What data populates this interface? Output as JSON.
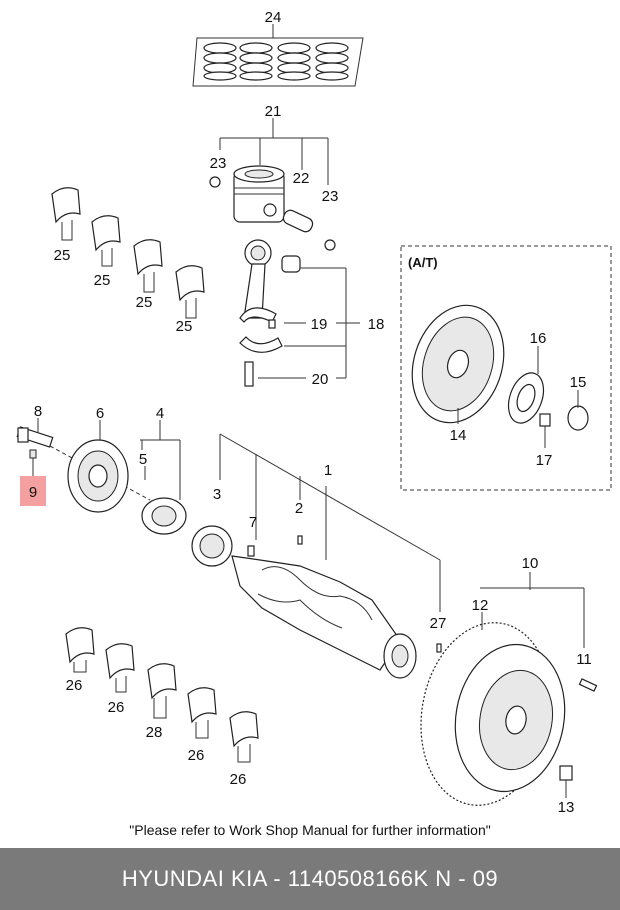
{
  "callouts": {
    "c24": "24",
    "c21": "21",
    "c23a": "23",
    "c22": "22",
    "c23b": "23",
    "c25a": "25",
    "c25b": "25",
    "c25c": "25",
    "c25d": "25",
    "c19": "19",
    "c18": "18",
    "c20": "20",
    "c8": "8",
    "c6": "6",
    "c4": "4",
    "c5": "5",
    "c9": "9",
    "c3": "3",
    "c7": "7",
    "c2": "2",
    "c1": "1",
    "c27": "27",
    "c16": "16",
    "c15": "15",
    "c14": "14",
    "c17": "17",
    "c10": "10",
    "c12": "12",
    "c11": "11",
    "c13": "13",
    "c26a": "26",
    "c26b": "26",
    "c28": "28",
    "c26c": "26",
    "c26d": "26"
  },
  "at_box_label": "(A/T)",
  "note": "\"Please refer to Work Shop Manual for further information\"",
  "footer": "HYUNDAI  KIA - 1140508166K      N - 09",
  "highlight_color": "#f4a0a0",
  "footer_color": "#7a7a7a"
}
